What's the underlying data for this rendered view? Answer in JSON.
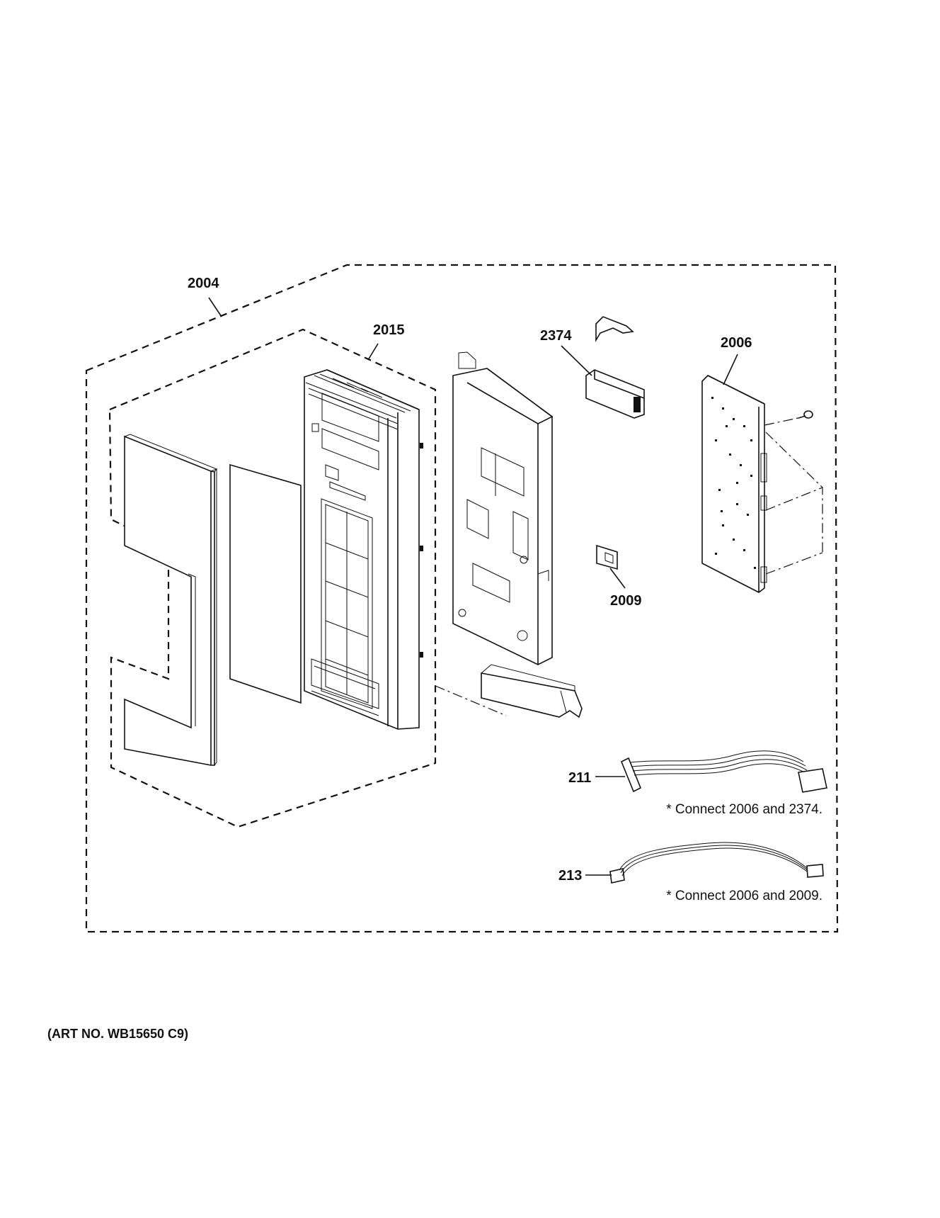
{
  "callouts": {
    "c2004": "2004",
    "c2015": "2015",
    "c2374": "2374",
    "c2006": "2006",
    "c2009": "2009",
    "c211": "211",
    "c213": "213"
  },
  "notes": {
    "n211": "* Connect 2006 and 2374.",
    "n213": "* Connect 2006 and 2009."
  },
  "art_number": "(ART NO. WB15650 C9)"
}
